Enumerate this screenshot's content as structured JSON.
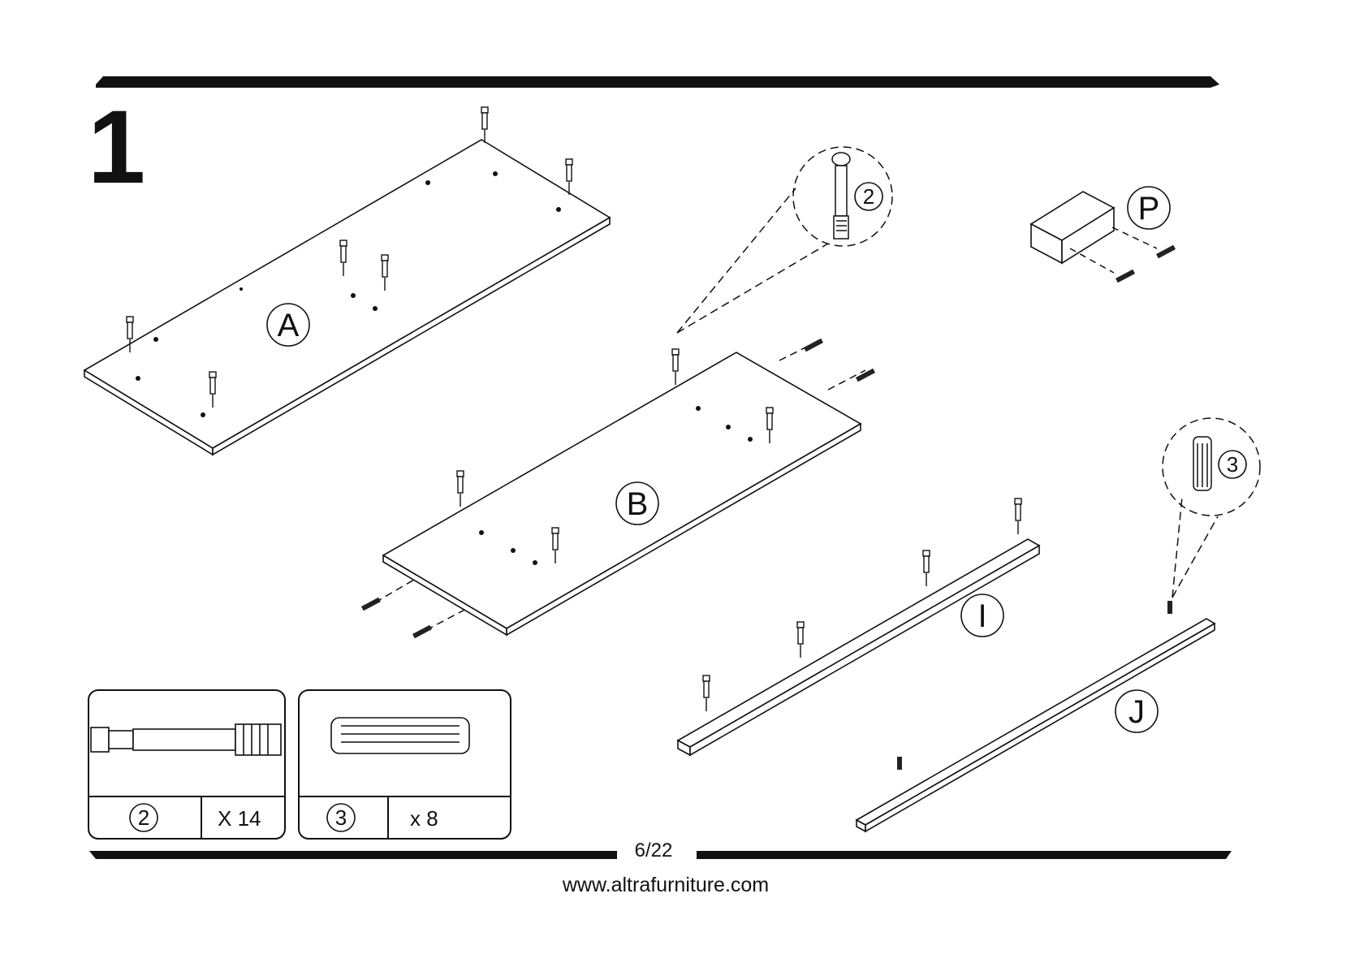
{
  "step_number": "1",
  "parts": {
    "A": "A",
    "B": "B",
    "I": "I",
    "J": "J",
    "P": "P"
  },
  "callouts": {
    "cam_bolt": "2",
    "dowel": "3"
  },
  "hardware": [
    {
      "ref": "2",
      "qty": "X 14",
      "name_icon": "cam-bolt-icon"
    },
    {
      "ref": "3",
      "qty": "x 8",
      "name_icon": "wood-dowel-icon"
    }
  ],
  "footer": {
    "page": "6/22",
    "url": "www.altrafurniture.com"
  },
  "colors": {
    "ink": "#111111",
    "paper": "#ffffff"
  }
}
